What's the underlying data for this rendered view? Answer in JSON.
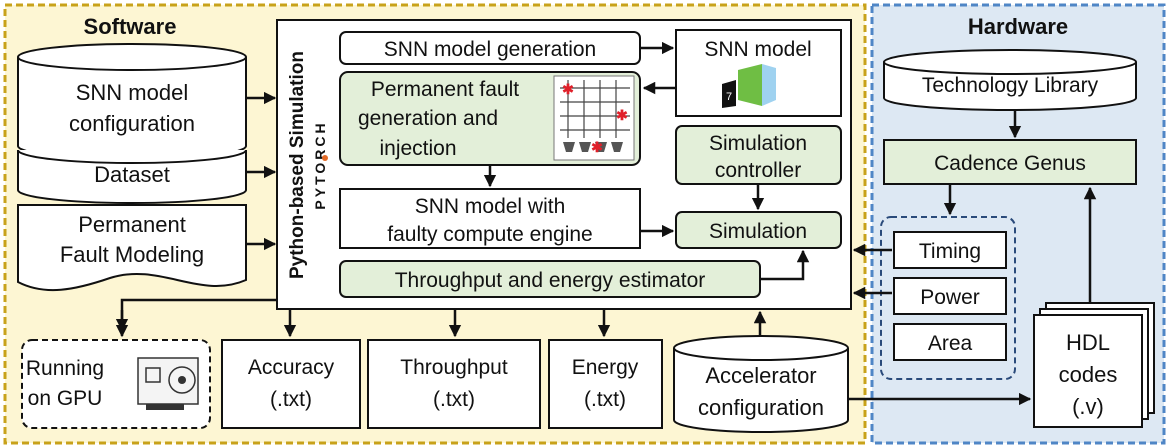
{
  "software": {
    "title": "Software",
    "snn_config": [
      "SNN model",
      "configuration"
    ],
    "dataset": "Dataset",
    "fault_modeling": [
      "Permanent",
      "Fault Modeling"
    ],
    "sim_label": "Python-based Simulation",
    "pytorch_label": "PYTORCH",
    "snn_gen": "SNN model generation",
    "snn_model": "SNN model",
    "perm_fault": [
      "Permanent fault",
      "generation and",
      "injection"
    ],
    "snn_faulty": [
      "SNN model with",
      "faulty compute engine"
    ],
    "sim_controller": [
      "Simulation",
      "controller"
    ],
    "simulation": "Simulation",
    "tput_energy": "Throughput and energy estimator",
    "gpu": [
      "Running",
      "on GPU"
    ],
    "accuracy": [
      "Accuracy",
      "(.txt)"
    ],
    "throughput": [
      "Throughput",
      "(.txt)"
    ],
    "energy": [
      "Energy",
      "(.txt)"
    ],
    "accel_config": [
      "Accelerator",
      "configuration"
    ]
  },
  "hardware": {
    "title": "Hardware",
    "tech_lib": "Technology Library",
    "cadence": "Cadence Genus",
    "timing": "Timing",
    "power": "Power",
    "area": "Area",
    "hdl": [
      "HDL",
      "codes",
      "(.v)"
    ]
  },
  "colors": {
    "software_bg": "#fdf6d3",
    "software_border": "#c8a21a",
    "hardware_bg": "#dde8f3",
    "hardware_border": "#4f86c6",
    "green_fill": "#e3efd9",
    "white": "#ffffff",
    "stroke": "#111111",
    "fault_mark": "#e0202a"
  }
}
